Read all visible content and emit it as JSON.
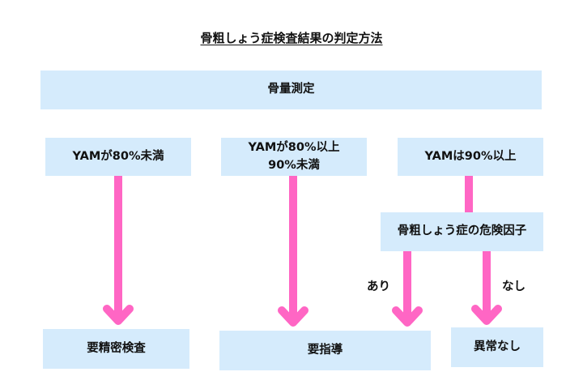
{
  "title": "骨粗しょう症検査結果の判定方法",
  "colors": {
    "box_fill": "#d5ebfc",
    "arrow": "#ff66c4",
    "text": "#111111"
  },
  "nodes": {
    "measurement": "骨量測定",
    "yam_below_80": "YAMが80%未満",
    "yam_80_to_90": "YAMが80%以上\n90%未満",
    "yam_above_90": "YAMは90%以上",
    "risk_factors": "骨粗しょう症の危険因子",
    "detailed_exam": "要精密検査",
    "guidance": "要指導",
    "no_abnormality": "異常なし"
  },
  "edge_labels": {
    "yes": "あり",
    "no": "なし"
  }
}
